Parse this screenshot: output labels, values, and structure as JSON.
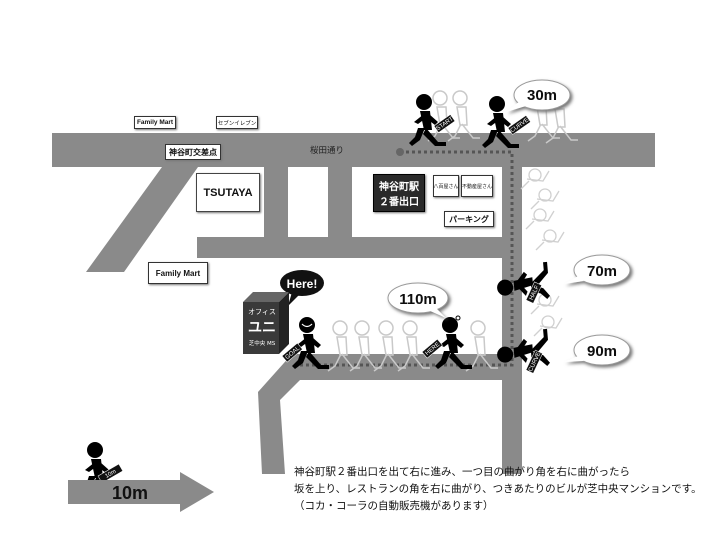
{
  "labels": {
    "family_mart_top": "Family Mart",
    "seven_eleven": "セブンイレブン",
    "kamiyacho_intersection": "神谷町交差点",
    "sakurada_street": "桜田通り",
    "tsutaya": "TSUTAYA",
    "station_exit_line1": "神谷町駅",
    "station_exit_line2": "２番出口",
    "yaoya": "八百屋さん",
    "fudosan": "不動産屋さん",
    "parking": "パーキング",
    "family_mart_mid": "Family Mart"
  },
  "office": {
    "line1": "オフィス",
    "line2": "ユニ",
    "line3": "芝中央 MS"
  },
  "markers": {
    "start": "START",
    "curve1": "CURVE",
    "half": "HALF",
    "curve2": "CURVE",
    "here_tag": "HERE",
    "goal": "GOAL",
    "legend_tag": "10m"
  },
  "bubbles": {
    "d30": "30m",
    "d70": "70m",
    "d90": "90m",
    "here": "Here!",
    "d110": "110m"
  },
  "scale": {
    "label": "10m"
  },
  "directions": {
    "line1": "神谷町駅２番出口を出て右に進み、一つ目の曲がり角を右に曲がったら",
    "line2": "坂を上り、レストランの角を右に曲がり、つきあたりのビルが芝中央マンションです。",
    "line3": "（コカ・コーラの自動販売機があります）"
  },
  "colors": {
    "road": "#8a8a8a",
    "route_marks": "#555555",
    "building_shadow": "#777777",
    "figure": "#000000",
    "station_box": "#2a2a2a"
  },
  "icons": [
    "walking-person-icon",
    "speech-bubble-icon",
    "direction-arrow-icon",
    "start-dot-icon"
  ]
}
